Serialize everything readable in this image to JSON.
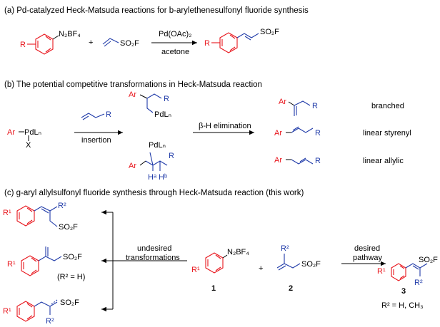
{
  "panel_a": {
    "heading": "(a) Pd-catalyzed Heck-Matsuda reactions for b-arylethenesulfonyl fluoride synthesis",
    "substituent_r": "R",
    "diazonium": "N₂BF₄",
    "plus": "+",
    "sulfonyl_group": "SO₂F",
    "catalyst": "Pd(OAc)₂",
    "solvent": "acetone"
  },
  "panel_b": {
    "heading": "(b) The potential competitive transformations in Heck-Matsuda reaction",
    "ar": "Ar",
    "pd_complex": "PdLₙ",
    "x": "X",
    "step_insertion": "insertion",
    "step_elimination": "β-H elimination",
    "r": "R",
    "h_a": "Hᵃ",
    "h_b": "Hᵇ",
    "products": [
      "branched",
      "linear styrenyl",
      "linear allylic"
    ]
  },
  "panel_c": {
    "heading": "(c) g-aryl allylsulfonyl fluoride synthesis through Heck-Matsuda reaction (this work)",
    "r1": "R¹",
    "r2": "R²",
    "sulfonyl_group": "SO₂F",
    "diazonium": "N₂BF₄",
    "plus": "+",
    "undesired_line1": "undesired",
    "undesired_line2": "transformations",
    "desired_line1": "desired",
    "desired_line2": "pathway",
    "r2_h_note": "(R² = H)",
    "compound_1": "1",
    "compound_2": "2",
    "compound_3": "3",
    "r2_options": "R² = H, CH₃"
  },
  "colors": {
    "aryl_red": "#e8141b",
    "alkene_blue": "#1f3aa8",
    "text_black": "#000000"
  }
}
